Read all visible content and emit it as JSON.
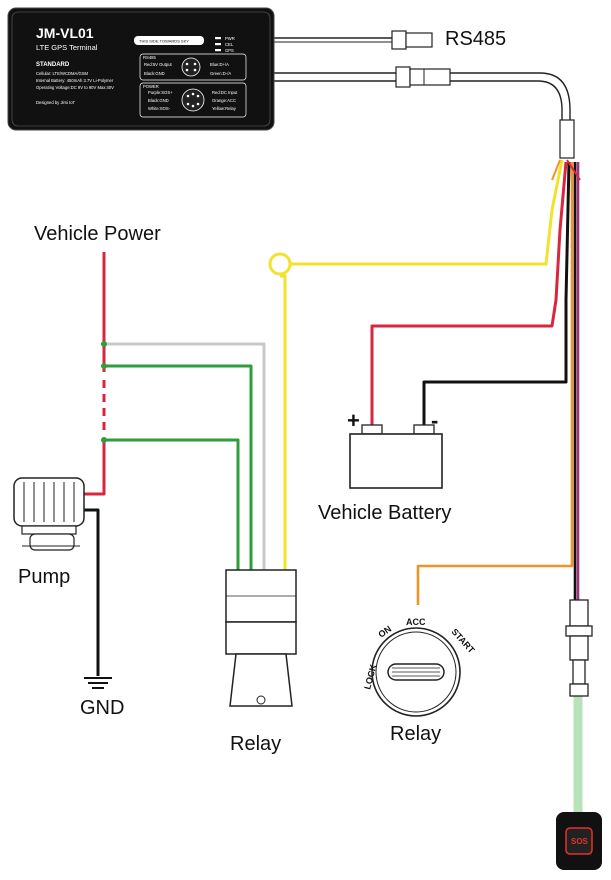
{
  "device": {
    "model": "JM-VL01",
    "subtitle": "LTE GPS Terminal",
    "spec_heading": "STANDARD",
    "spec_lines": [
      "Cellular: LTE/WCDMA/GSM",
      "Internal Battery: 450mAh 3.7V Li-Polymer",
      "Operating Voltage:DC 9V to 90V Max:40V"
    ],
    "designer": "Designed by Jimi IoT",
    "orientation": "THIS SIDE TOWARDS SKY",
    "leds": [
      "PWR",
      "CEL",
      "GPS"
    ],
    "rs485_box_title": "RS485",
    "rs485_pins": [
      "Red:5V Output",
      "Blue:D+/A",
      "Black:GND",
      "Green:D-/A"
    ],
    "power_box_title": "POWER",
    "power_pins": [
      "Purple:SOS+",
      "Red:DC Input",
      "Black:GND",
      "Orange:ACC",
      "White:SOS-",
      "Yellow:Relay"
    ]
  },
  "labels": {
    "rs485": "RS485",
    "vehicle_power": "Vehicle Power",
    "pump": "Pump",
    "gnd": "GND",
    "relay_left": "Relay",
    "relay_right": "Relay",
    "vehicle_battery": "Vehicle Battery",
    "battery_plus": "+",
    "battery_minus": "-",
    "ign_lock": "LOCK",
    "ign_on": "ON",
    "ign_acc": "ACC",
    "ign_start": "START",
    "sos": "SOS"
  },
  "colors": {
    "red": "#d7263d",
    "black": "#111111",
    "yellow": "#f2e22b",
    "green": "#2e9e3c",
    "gray": "#c8c8c8",
    "orange": "#f0932b",
    "purple": "#a0307a",
    "light_green": "#b8e3b8",
    "sos_red": "#e4322b"
  }
}
